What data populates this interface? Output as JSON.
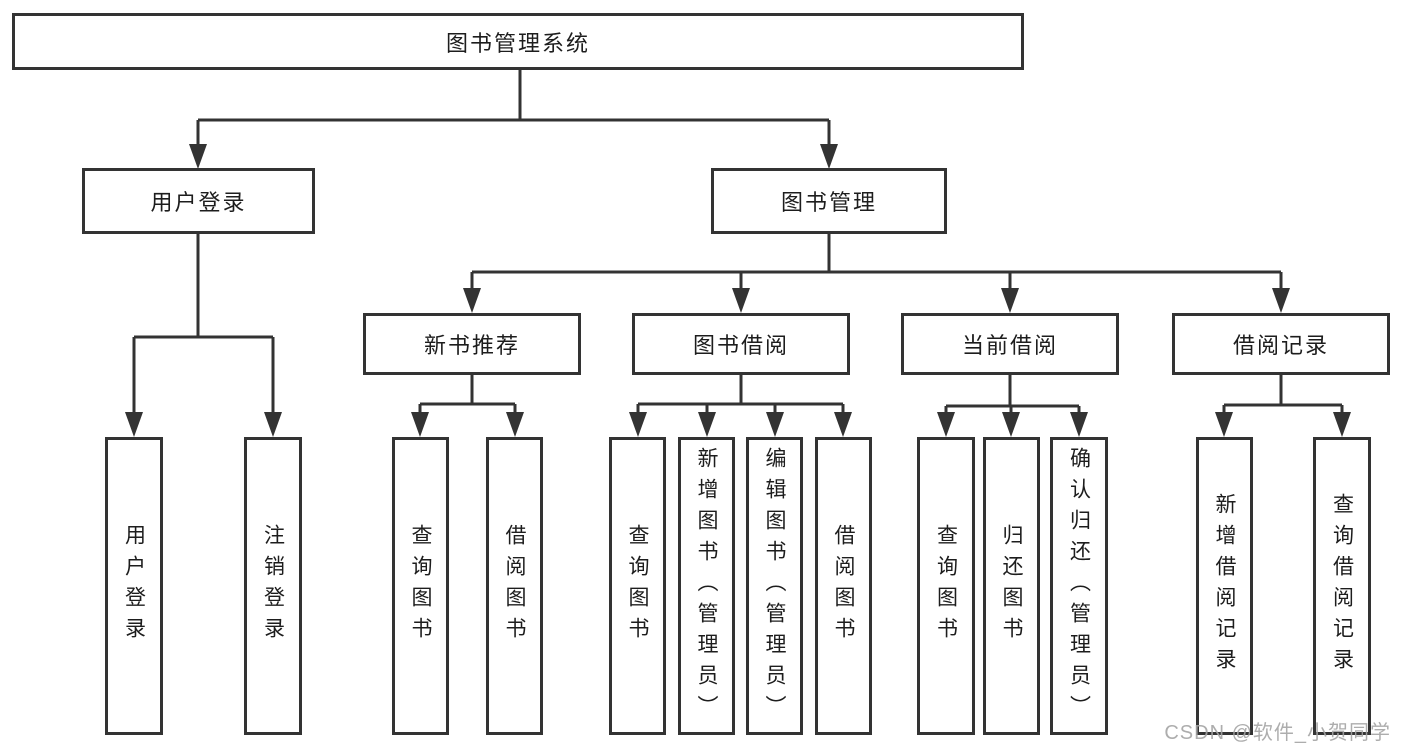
{
  "diagram": {
    "type": "hierarchy-structure-chart",
    "colors": {
      "background": "#ffffff",
      "box_border": "#333333",
      "connector_line": "#333333",
      "text": "#1d1d1d",
      "watermark": "#a4a4a4"
    },
    "tree": {
      "label": "图书管理系统",
      "children": [
        {
          "label": "用户登录",
          "children": [
            {
              "label": "用户登录"
            },
            {
              "label": "注销登录"
            }
          ]
        },
        {
          "label": "图书管理",
          "children": [
            {
              "label": "新书推荐",
              "children": [
                {
                  "label": "查询图书"
                },
                {
                  "label": "借阅图书"
                }
              ]
            },
            {
              "label": "图书借阅",
              "children": [
                {
                  "label": "查询图书"
                },
                {
                  "label": "新增图书（管理员）"
                },
                {
                  "label": "编辑图书（管理员）"
                },
                {
                  "label": "借阅图书"
                }
              ]
            },
            {
              "label": "当前借阅",
              "children": [
                {
                  "label": "查询图书"
                },
                {
                  "label": "归还图书"
                },
                {
                  "label": "确认归还（管理员）"
                }
              ]
            },
            {
              "label": "借阅记录",
              "children": [
                {
                  "label": "新增借阅记录"
                },
                {
                  "label": "查询借阅记录"
                }
              ]
            }
          ]
        }
      ]
    },
    "watermark": {
      "text": "CSDN @软件_小贺同学"
    }
  }
}
